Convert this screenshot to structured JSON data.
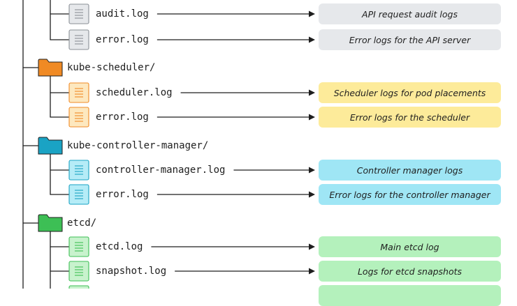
{
  "groups": [
    {
      "folder": "",
      "color": "#8a8f96",
      "file_fill": "#e6e8eb",
      "pill_fill": "#e6e8eb",
      "files": [
        {
          "name": "audit.log",
          "desc": "API request audit logs"
        },
        {
          "name": "error.log",
          "desc": "Error logs for the API server"
        }
      ]
    },
    {
      "folder": "kube-scheduler/",
      "color": "#f08a24",
      "file_fill": "#fde8bf",
      "pill_fill": "#fdeb9a",
      "files": [
        {
          "name": "scheduler.log",
          "desc": "Scheduler logs for pod placements"
        },
        {
          "name": "error.log",
          "desc": "Error logs for the scheduler"
        }
      ]
    },
    {
      "folder": "kube-controller-manager/",
      "color": "#1aa3c4",
      "file_fill": "#b5ecf7",
      "pill_fill": "#9fe6f5",
      "files": [
        {
          "name": "controller-manager.log",
          "desc": "Controller manager logs"
        },
        {
          "name": "error.log",
          "desc": "Error logs for the controller manager"
        }
      ]
    },
    {
      "folder": "etcd/",
      "color": "#3dbf55",
      "file_fill": "#c8f2cd",
      "pill_fill": "#b4f1bc",
      "files": [
        {
          "name": "etcd.log",
          "desc": "Main etcd log"
        },
        {
          "name": "snapshot.log",
          "desc": "Logs for etcd snapshots"
        },
        {
          "name": "",
          "desc": ""
        }
      ]
    }
  ]
}
